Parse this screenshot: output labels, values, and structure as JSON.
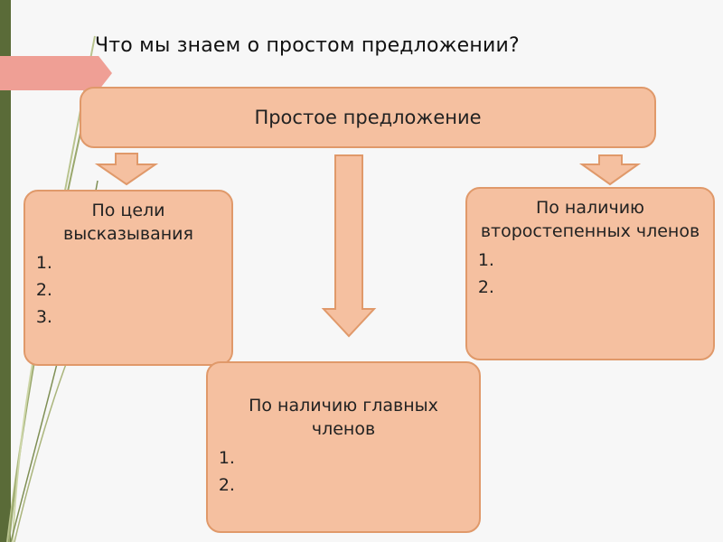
{
  "slide": {
    "title": "Что мы знаем о простом предложении?",
    "root": "Простое предложение",
    "by_goal": {
      "label": "По цели высказывания",
      "items": [
        "",
        "",
        ""
      ]
    },
    "by_secondary": {
      "label": "По наличию второстепенных членов",
      "items": [
        "",
        ""
      ]
    },
    "by_main": {
      "label": "По наличию главных членов",
      "items": [
        "",
        ""
      ]
    }
  },
  "colors": {
    "box_fill": "#f5c0a0",
    "box_border": "#e0996a",
    "accent_tab": "#ef9f95",
    "left_bar": "#5a6b38"
  }
}
